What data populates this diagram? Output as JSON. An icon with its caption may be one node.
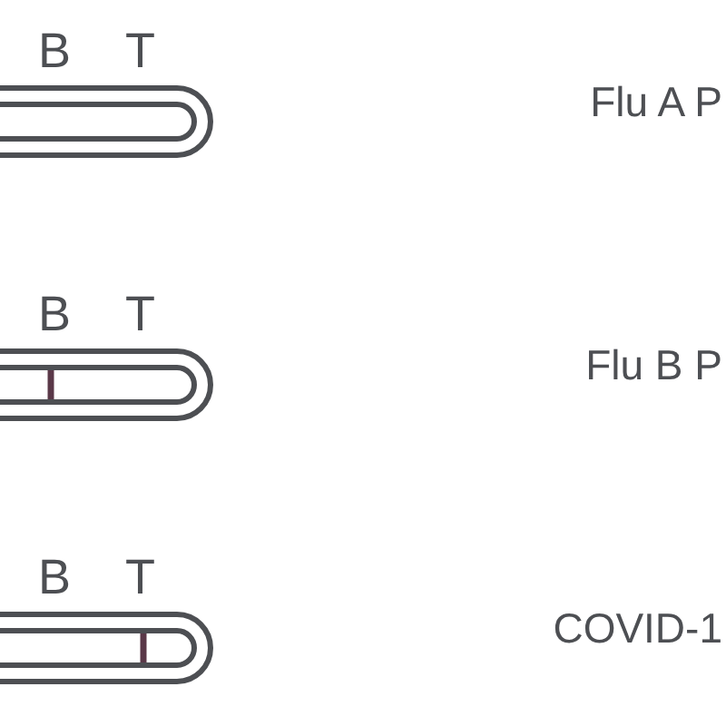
{
  "diagram": {
    "labels": [
      "B",
      "T",
      "Flu A P",
      "B",
      "T",
      "Flu B P",
      "B",
      "T",
      "COVID-1"
    ]
  }
}
